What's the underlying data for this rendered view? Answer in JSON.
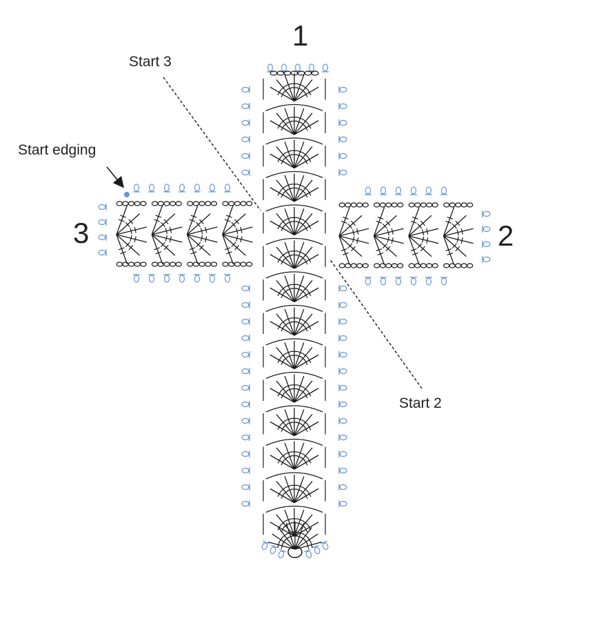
{
  "labels": {
    "arm1": "1",
    "arm2": "2",
    "arm3": "3",
    "start_edging": "Start edging",
    "start_3": "Start 3",
    "start_2": "Start 2"
  },
  "colors": {
    "stitch": "#1a1a1a",
    "edging": "#6a96d2",
    "text": "#222222"
  }
}
